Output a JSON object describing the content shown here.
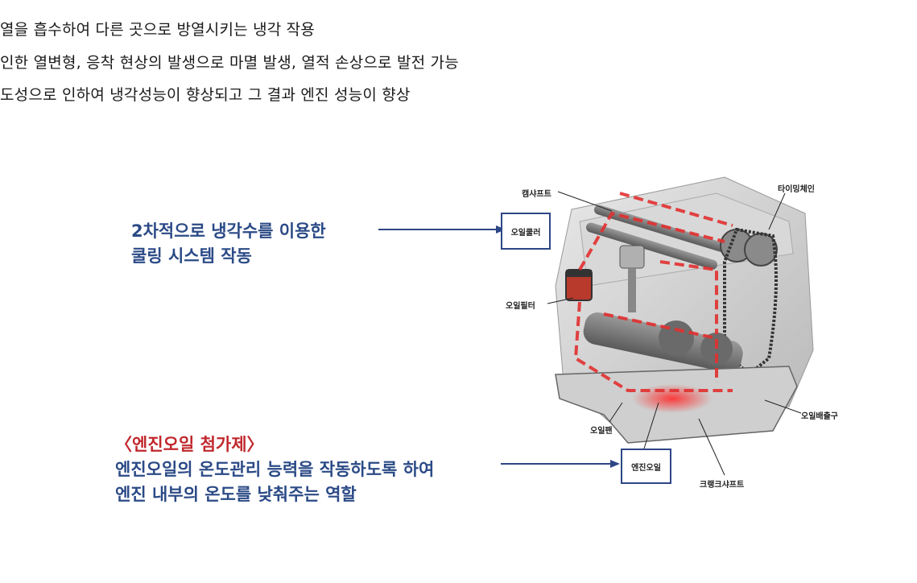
{
  "bullets": [
    "열을 흡수하여 다른 곳으로 방열시키는 냉각 작용",
    "인한 열변형, 응착 현상의 발생으로 마멸 발생, 열적 손상으로 발전 가능",
    "도성으로 인하여 냉각성능이 향상되고 그 결과 엔진 성능이 향상"
  ],
  "note1": {
    "line1": "2차적으로 냉각수를 이용한",
    "line2": "쿨링 시스템 작동"
  },
  "note2": {
    "title": "〈엔진오일 첨가제〉",
    "line1": "엔진오일의 온도관리 능력을 작동하도록 하여",
    "line2": "엔진 내부의 온도를 낮춰주는 역할"
  },
  "diagram": {
    "oil_cooler": "오일쿨러",
    "camshaft": "캠샤프트",
    "timing_chain": "타이밍체인",
    "oil_filter": "오일필터",
    "oil_pan": "오일팬",
    "engine_oil": "엔진오일",
    "oil_drain": "오일배출구",
    "crankshaft": "크랭크샤프트"
  },
  "colors": {
    "note_blue": "#2b4a86",
    "accent_red": "#c0282d",
    "oil_flow": "#e23030"
  }
}
